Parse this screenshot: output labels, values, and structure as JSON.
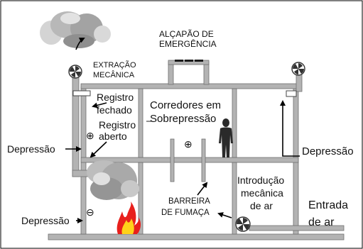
{
  "labels": {
    "extraction_line1": "EXTRAÇÃO",
    "extraction_line2": "MECÂNICA",
    "hatch_line1": "ALÇAPÃO DE",
    "hatch_line2": "EMERGÊNCIA",
    "damper_closed_line1": "Registro",
    "damper_closed_line2": "fechado",
    "damper_open_line1": "Registro",
    "damper_open_line2": "aberto",
    "corridors_line1": "Corredores em",
    "corridors_line2": "Sobrepressão",
    "depression_left_upper": "Depressão",
    "depression_left_lower": "Depressão",
    "depression_right": "Depressão",
    "barrier_line1": "BARREIRA",
    "barrier_line2": "DE FUMAÇA",
    "intro_line1": "Introdução",
    "intro_line2": "mecânica",
    "intro_line3": "de ar",
    "air_inlet_line1": "Entrada",
    "air_inlet_line2": "de ar"
  },
  "symbols": {
    "plus": "⊕",
    "minus": "⊖"
  },
  "colors": {
    "wall": "#b3b3b3",
    "wall_edge": "#6f6f6f",
    "smoke_light": "#cfcfcf",
    "smoke_dark": "#8a8a8a",
    "flame_red": "#e8201c",
    "flame_yellow": "#ffd21a",
    "text": "#111111"
  }
}
